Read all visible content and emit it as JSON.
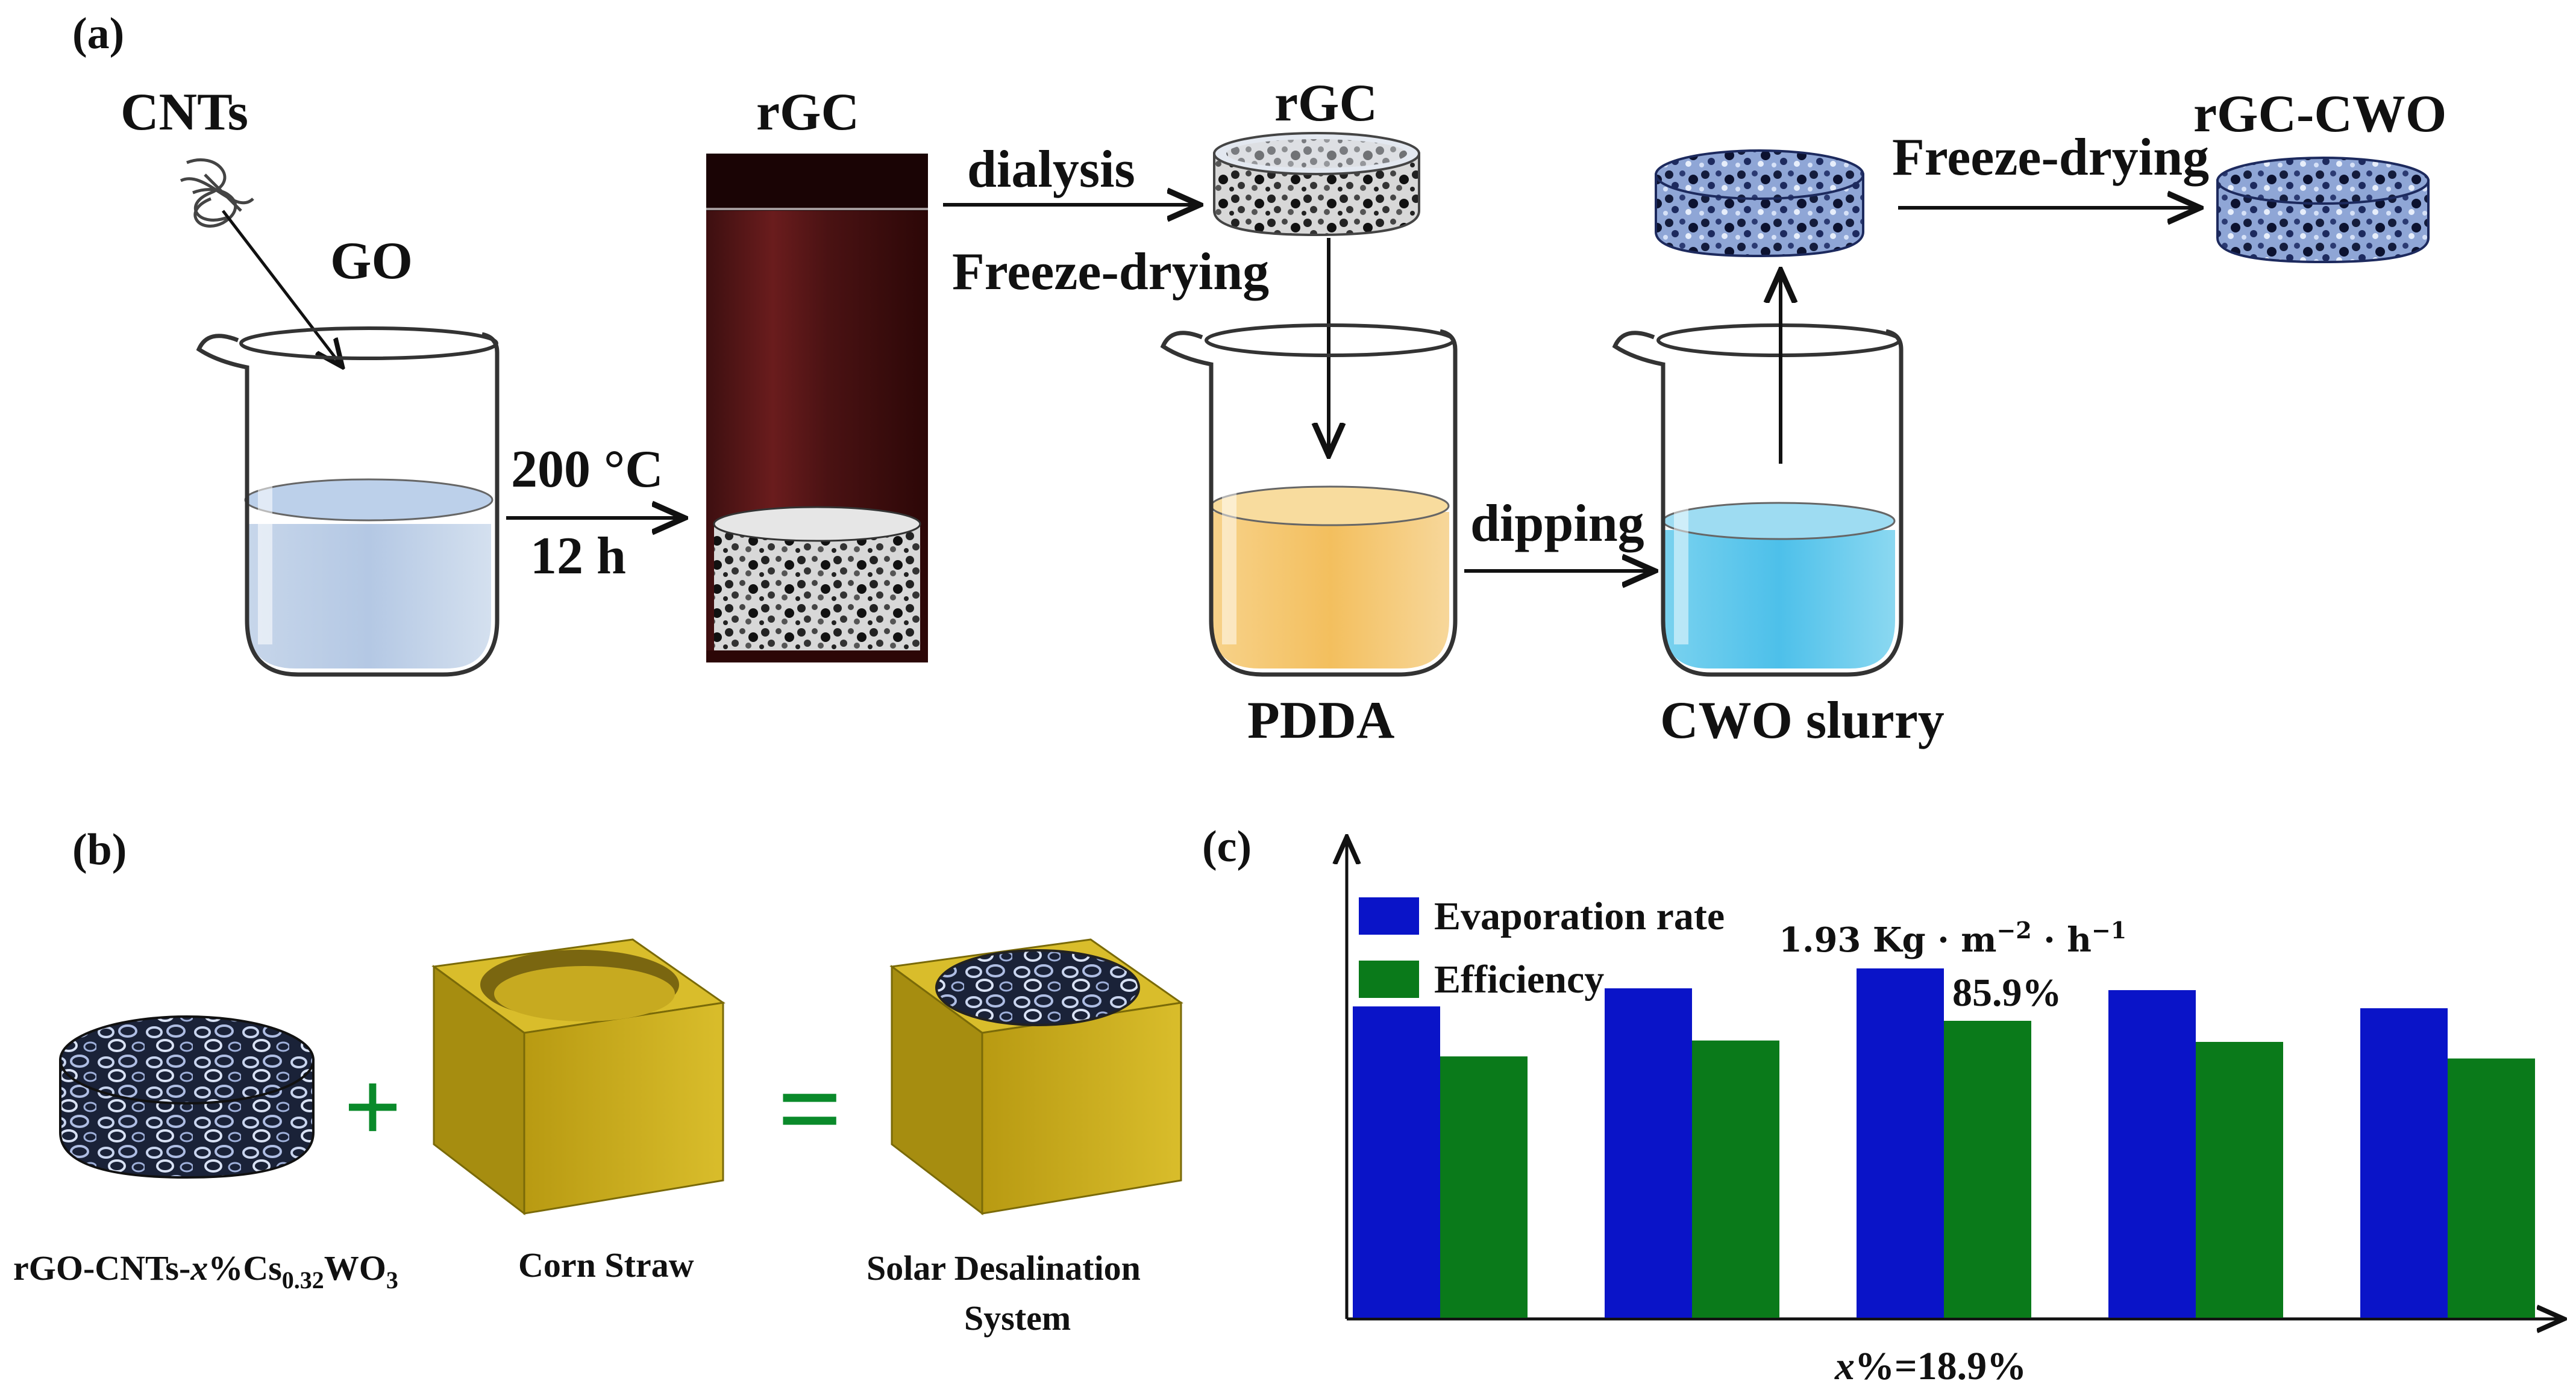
{
  "panel_a": {
    "label": "(a)",
    "cnts": "CNTs",
    "go": "GO",
    "temp": "200 °C",
    "time": "12 h",
    "rgc_tube": "rGC",
    "dialysis": "dialysis",
    "rgc_disc": "rGC",
    "freeze1": "Freeze-drying",
    "pdda": "PDDA",
    "dipping": "dipping",
    "cwo": "CWO slurry",
    "freeze2": "Freeze-drying",
    "final": "rGC-CWO"
  },
  "panel_b": {
    "label": "(b)",
    "plus": "+",
    "equals": "=",
    "item1_main": "rGO-CNTs-",
    "item1_x": "x",
    "item1_pct": "%Cs",
    "item1_sub1": "0.32",
    "item1_w": "WO",
    "item1_sub2": "3",
    "item2": "Corn Straw",
    "item3_line1": "Solar Desalination",
    "item3_line2": "System"
  },
  "panel_c": {
    "label": "(c)",
    "colors": {
      "evaporation": "#0a14c8",
      "efficiency": "#0a7a1a"
    },
    "annotation_rate_prefix": "1.93 Kg · m",
    "annotation_rate_exp1": "−2",
    "annotation_rate_mid": " · h",
    "annotation_rate_exp2": "−1",
    "annotation_eff": "85.9%",
    "xlabel_x": "x",
    "xlabel_rest": "%=18.9%"
  },
  "chart_data": {
    "type": "bar",
    "categories": [
      "",
      "",
      "",
      "",
      ""
    ],
    "series": [
      {
        "name": "Evaporation rate",
        "values": [
          1.72,
          1.82,
          1.93,
          1.81,
          1.71
        ]
      },
      {
        "name": "Efficiency",
        "values": [
          75.6,
          80.2,
          85.9,
          79.8,
          75.0
        ]
      }
    ],
    "xlabel": "x%=18.9%",
    "ylabel": "",
    "legend": "top-left",
    "grid": false
  }
}
